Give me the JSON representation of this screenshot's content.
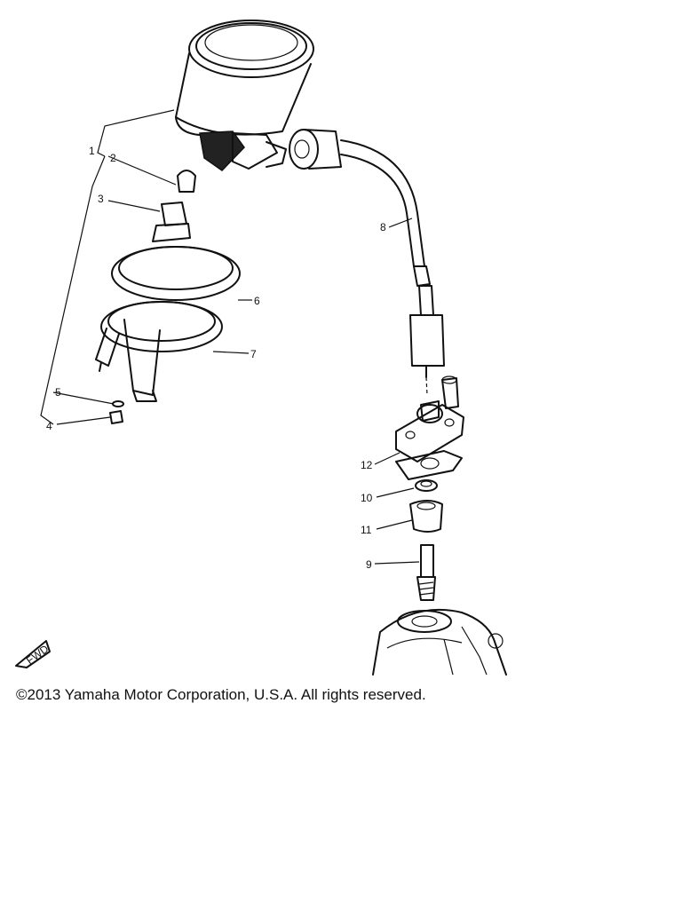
{
  "callouts": [
    "1",
    "2",
    "3",
    "4",
    "5",
    "6",
    "7",
    "8",
    "9",
    "10",
    "11",
    "12"
  ],
  "fwd_label": "FWD",
  "copyright": "©2013 Yamaha Motor Corporation, U.S.A. All rights reserved."
}
